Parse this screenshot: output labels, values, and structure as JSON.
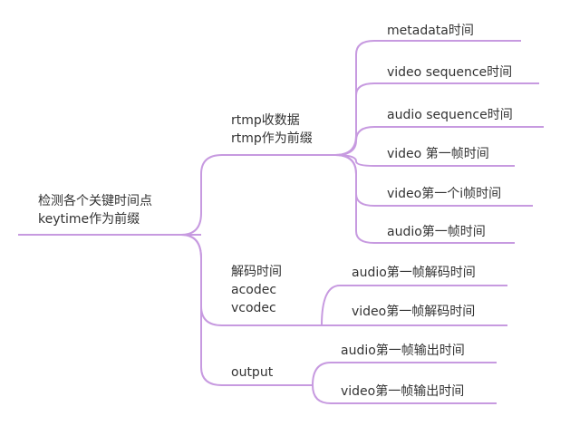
{
  "theme": {
    "line_color": "#c79ae0",
    "text_color": "#333333",
    "background": "#ffffff"
  },
  "root": {
    "line1": "检测各个关键时间点",
    "line2": "keytime作为前缀"
  },
  "branches": [
    {
      "id": "rtmp",
      "line1": "rtmp收数据",
      "line2": "rtmp作为前缀",
      "children": [
        "metadata时间",
        "video sequence时间",
        "audio sequence时间",
        "video 第一帧时间",
        "video第一个i帧时间",
        "audio第一帧时间"
      ]
    },
    {
      "id": "decode",
      "line1": "解码时间",
      "line2": "acodec",
      "line3": "vcodec",
      "children": [
        "audio第一帧解码时间",
        "video第一帧解码时间"
      ]
    },
    {
      "id": "output",
      "line1": "output",
      "children": [
        "audio第一帧输出时间",
        "video第一帧输出时间"
      ]
    }
  ]
}
